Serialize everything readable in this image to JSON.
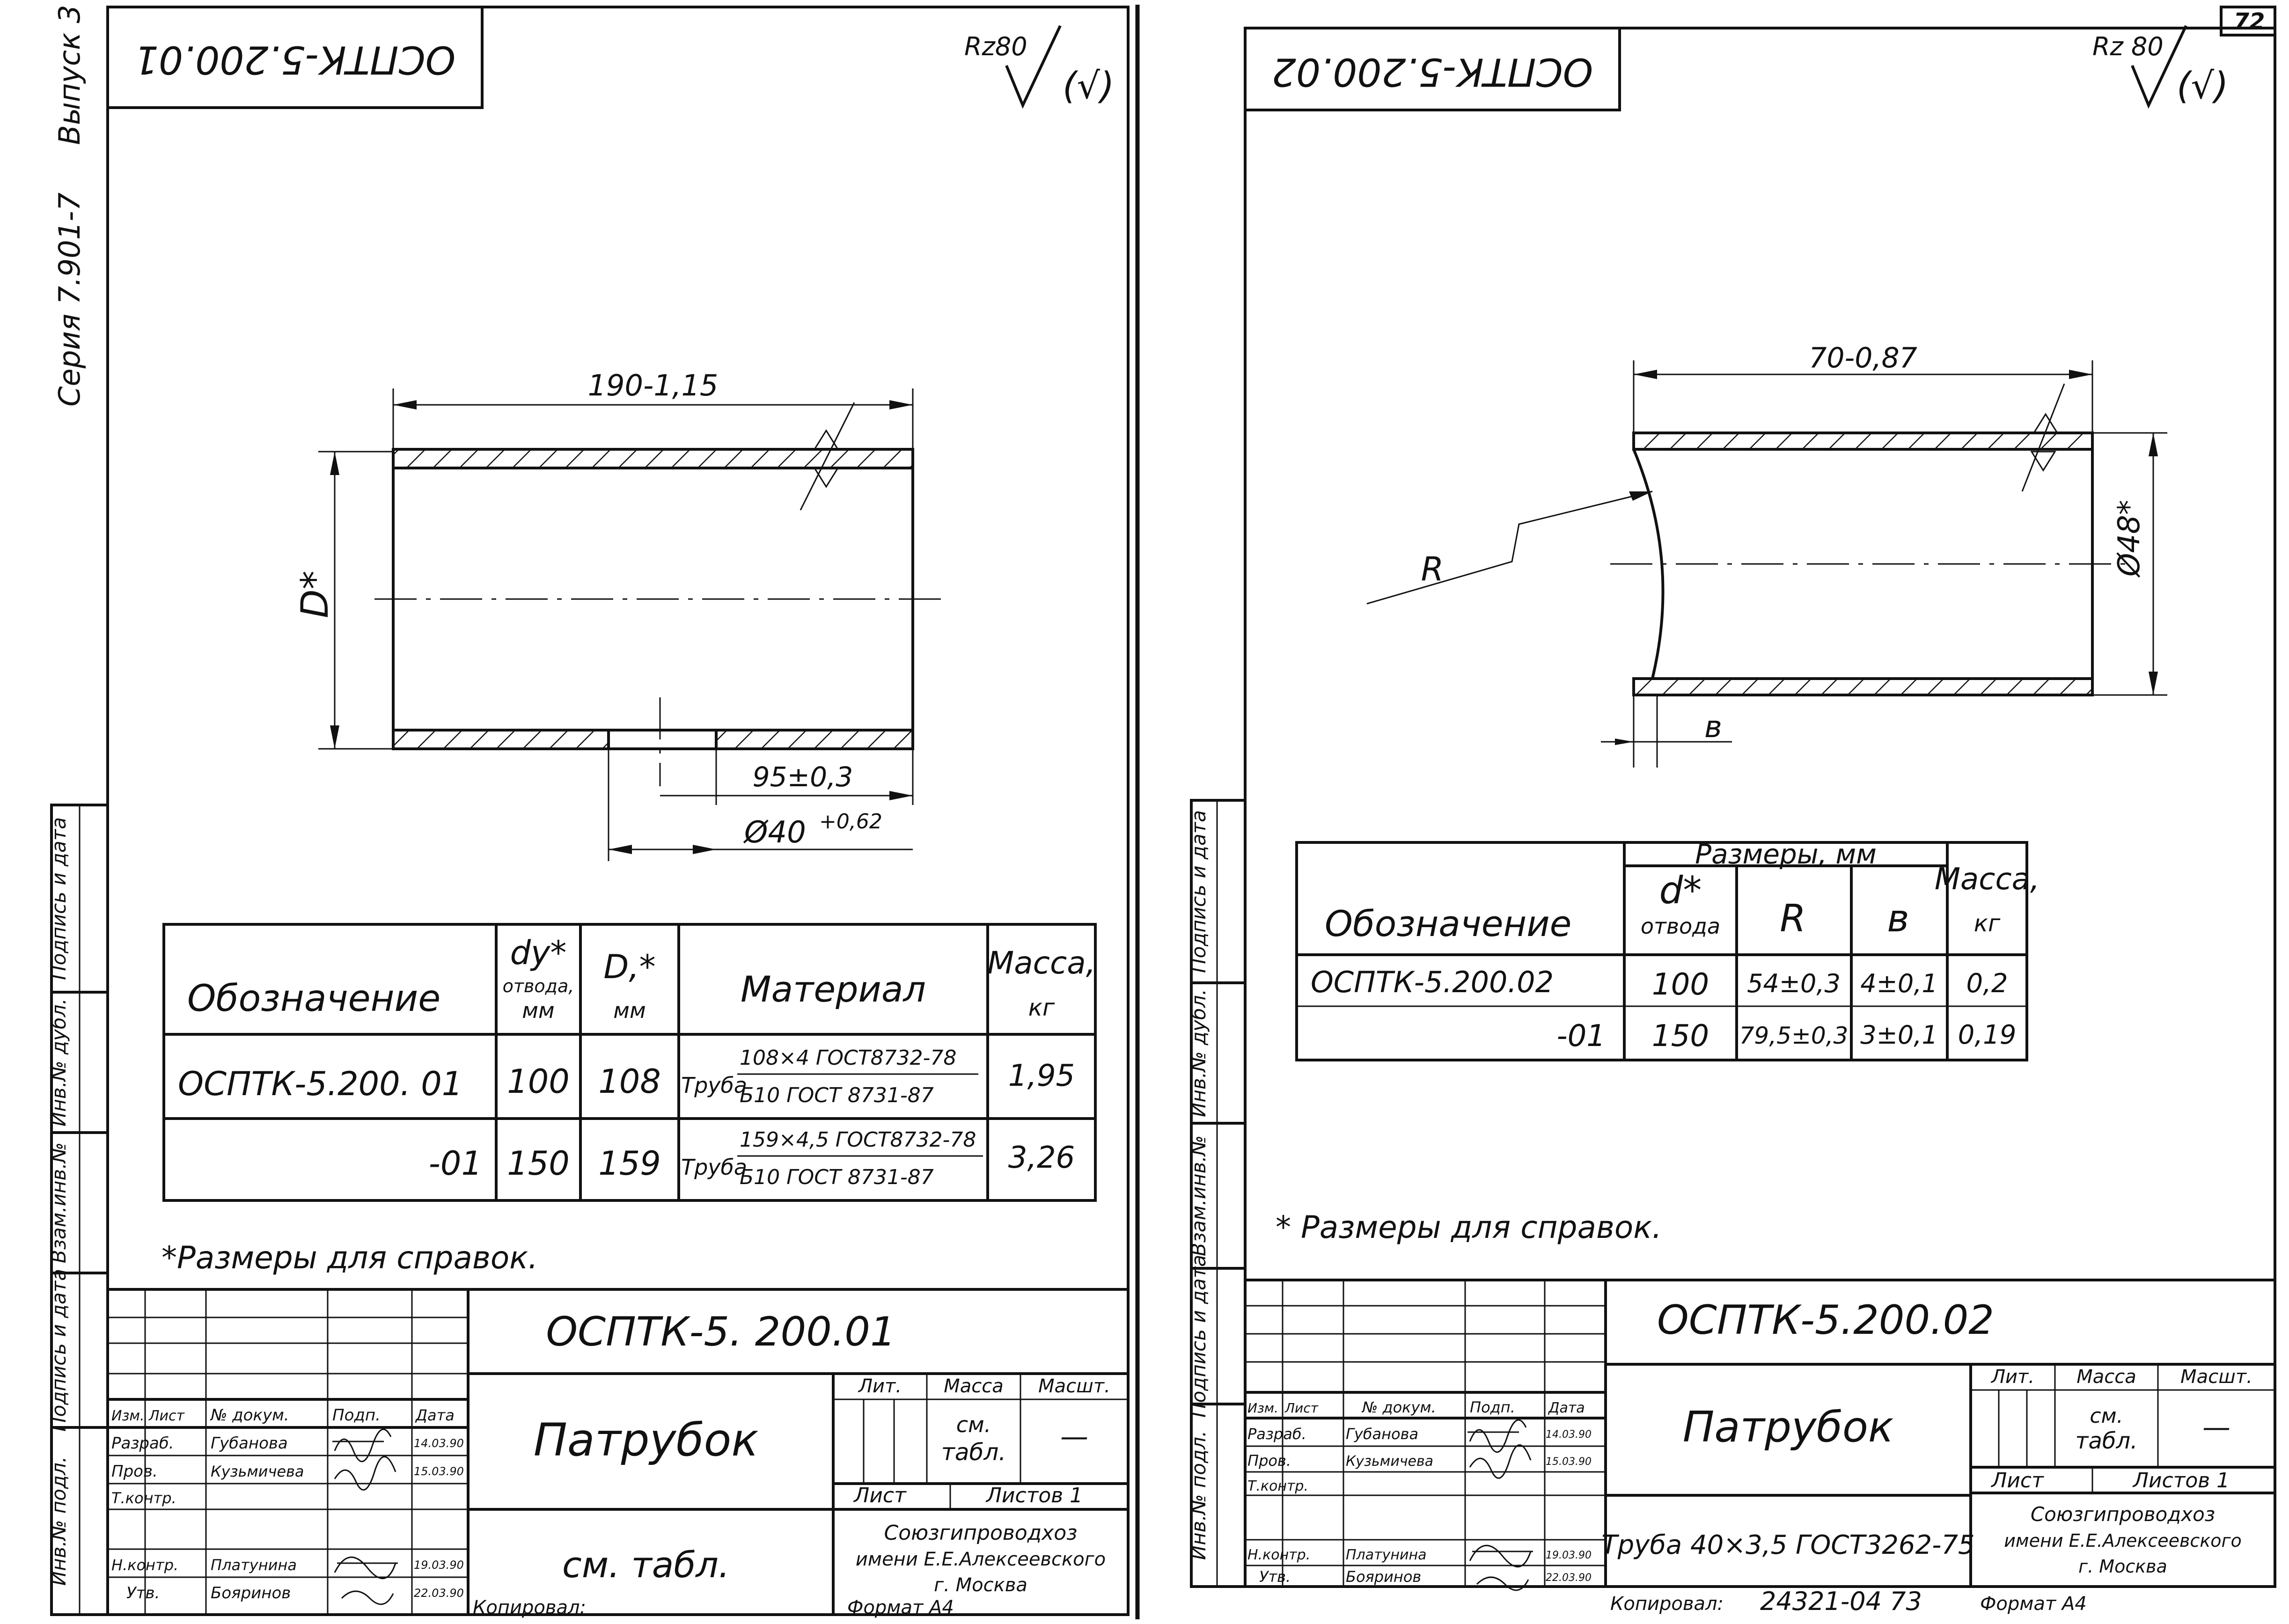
{
  "page_number": "72",
  "left": {
    "top_code": "ОСПТК-5.200.01",
    "series": "Серия 7.901-7",
    "issue": "Выпуск 3",
    "roughness": "Rz80",
    "dim_length": "190-1,15",
    "dim_d": "D*",
    "dim_95": "95±0,3",
    "dim_40": "Ø40",
    "dim_40_tol": "+0,62",
    "table": {
      "h_designation": "Обозначение",
      "h_dy": "dу*",
      "h_dy_sub": "отвода,",
      "h_dy_unit": "мм",
      "h_D": "D,*",
      "h_D_unit": "мм",
      "h_material": "Материал",
      "h_mass": "Масса,",
      "h_mass_unit": "кг",
      "rows": [
        {
          "designation": "ОСПТК-5.200. 01",
          "dy": "100",
          "D": "108",
          "mat_prefix": "Труба",
          "mat_top": "108×4 ГОСТ8732-78",
          "mat_bottom": "Б10 ГОСТ 8731-87",
          "mass": "1,95"
        },
        {
          "designation": "-01",
          "dy": "150",
          "D": "159",
          "mat_prefix": "Труба",
          "mat_top": "159×4,5 ГОСТ8732-78",
          "mat_bottom": "Б10 ГОСТ 8731-87",
          "mass": "3,26"
        }
      ]
    },
    "note": "*Размеры для справок.",
    "title_block": {
      "code": "ОСПТК-5. 200.01",
      "name": "Патрубок",
      "material": "см. табл.",
      "lit": "Лит.",
      "mass": "Масса",
      "scale": "Масшт.",
      "mass_val": "см.",
      "mass_val2": "табл.",
      "scale_val": "—",
      "sheet": "Лист",
      "sheets": "Листов 1",
      "org1": "Союзгипроводхоз",
      "org2": "имени Е.Е.Алексеевского",
      "org3": "г. Москва",
      "col_izm": "Изм.",
      "col_list": "Лист",
      "col_doc": "№ докум.",
      "col_sign": "Подп.",
      "col_date": "Дата",
      "roles": [
        {
          "role": "Разраб.",
          "name": "Губанова",
          "date": "14.03.90"
        },
        {
          "role": "Пров.",
          "name": "Кузьмичева",
          "date": "15.03.90"
        },
        {
          "role": "Т.контр.",
          "name": "",
          "date": ""
        },
        {
          "role": "Н.контр.",
          "name": "Платунина",
          "date": "19.03.90"
        },
        {
          "role": "Утв.",
          "name": "Бояринов",
          "date": "22.03.90"
        }
      ],
      "copied": "Копировал:",
      "format": "Формат А4"
    },
    "side_labels": [
      "Инв.№ подл.",
      "Подпись и дата",
      "Взам.инв.№",
      "Инв.№ дубл.",
      "Подпись и дата"
    ]
  },
  "right": {
    "top_code": "ОСПТК-5.200.02",
    "roughness": "Rz 80",
    "dim_length": "70-0,87",
    "dim_d": "Ø48*",
    "dim_r": "R",
    "dim_b": "в",
    "table": {
      "h_sizes": "Размеры, мм",
      "h_designation": "Обозначение",
      "h_d": "d*",
      "h_d_sub": "отвода",
      "h_R": "R",
      "h_b": "в",
      "h_mass": "Масса,",
      "h_mass_unit": "кг",
      "rows": [
        {
          "designation": "ОСПТК-5.200.02",
          "d": "100",
          "R": "54±0,3",
          "b": "4±0,1",
          "mass": "0,2"
        },
        {
          "designation": "-01",
          "d": "150",
          "R": "79,5±0,3",
          "b": "3±0,1",
          "mass": "0,19"
        }
      ]
    },
    "note": "* Размеры для справок.",
    "title_block": {
      "code": "ОСПТК-5.200.02",
      "name": "Патрубок",
      "material": "Труба 40×3,5 ГОСТ3262-75",
      "lit": "Лит.",
      "mass": "Масса",
      "scale": "Масшт.",
      "mass_val": "см.",
      "mass_val2": "табл.",
      "scale_val": "—",
      "sheet": "Лист",
      "sheets": "Листов 1",
      "org1": "Союзгипроводхоз",
      "org2": "имени Е.Е.Алексеевского",
      "org3": "г. Москва",
      "col_izm": "Изм.",
      "col_list": "Лист",
      "col_doc": "№ докум.",
      "col_sign": "Подп.",
      "col_date": "Дата",
      "roles": [
        {
          "role": "Разраб.",
          "name": "Губанова",
          "date": "14.03.90"
        },
        {
          "role": "Пров.",
          "name": "Кузьмичева",
          "date": "15.03.90"
        },
        {
          "role": "Т.контр.",
          "name": "",
          "date": ""
        },
        {
          "role": "Н.контр.",
          "name": "Платунина",
          "date": "19.03.90"
        },
        {
          "role": "Утв.",
          "name": "Бояринов",
          "date": "22.03.90"
        }
      ],
      "copied": "Копировал:",
      "copied_num": "24321-04 73",
      "format": "Формат А4"
    },
    "side_labels": [
      "Инв.№ подл.",
      "Подпись и дата",
      "Взам.инв.№",
      "Инв.№ дубл.",
      "Подпись и дата"
    ]
  }
}
